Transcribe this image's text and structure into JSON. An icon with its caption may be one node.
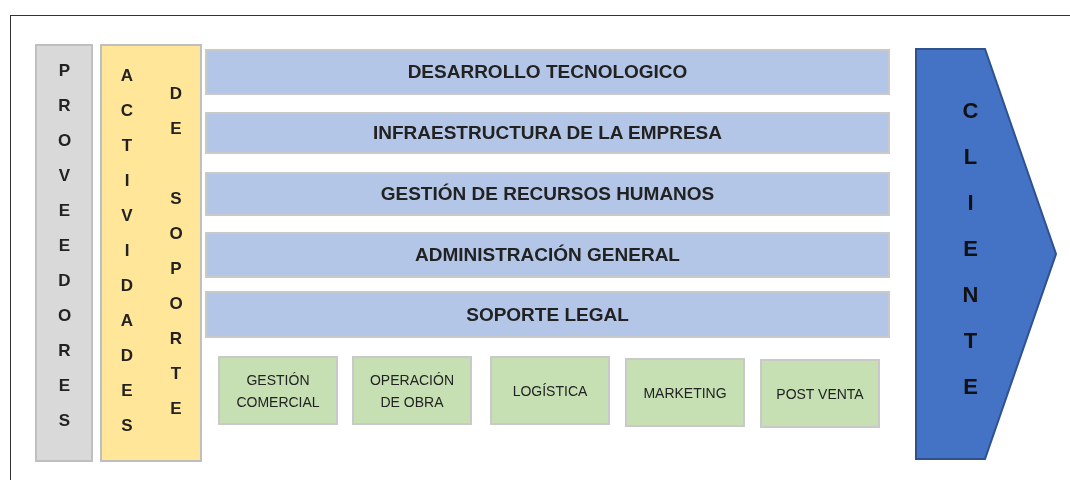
{
  "diagram": {
    "nodes": [
      {
        "text": [
          "PROVEEDORES"
        ]
      },
      {
        "text": [
          "ACTIVIDADES",
          "DE SOPORTE"
        ]
      },
      {
        "text": [
          "DESARROLLO TECNOLOGICO"
        ]
      },
      {
        "text": [
          "INFRAESTRUCTURA DE LA EMPRESA"
        ]
      },
      {
        "text": [
          "GESTIÓN DE RECURSOS HUMANOS"
        ]
      },
      {
        "text": [
          "ADMINISTRACIÓN GENERAL"
        ]
      },
      {
        "text": [
          "SOPORTE LEGAL"
        ]
      },
      {
        "text": [
          "GESTIÓN COMERCIAL"
        ]
      },
      {
        "text": [
          "OPERACIÓN DE OBRA"
        ]
      },
      {
        "text": [
          "LOGÍSTICA"
        ]
      },
      {
        "text": [
          "MARKETING"
        ]
      },
      {
        "text": [
          "POST VENTA"
        ]
      },
      {
        "text": [
          "CLIENTE"
        ]
      }
    ]
  }
}
